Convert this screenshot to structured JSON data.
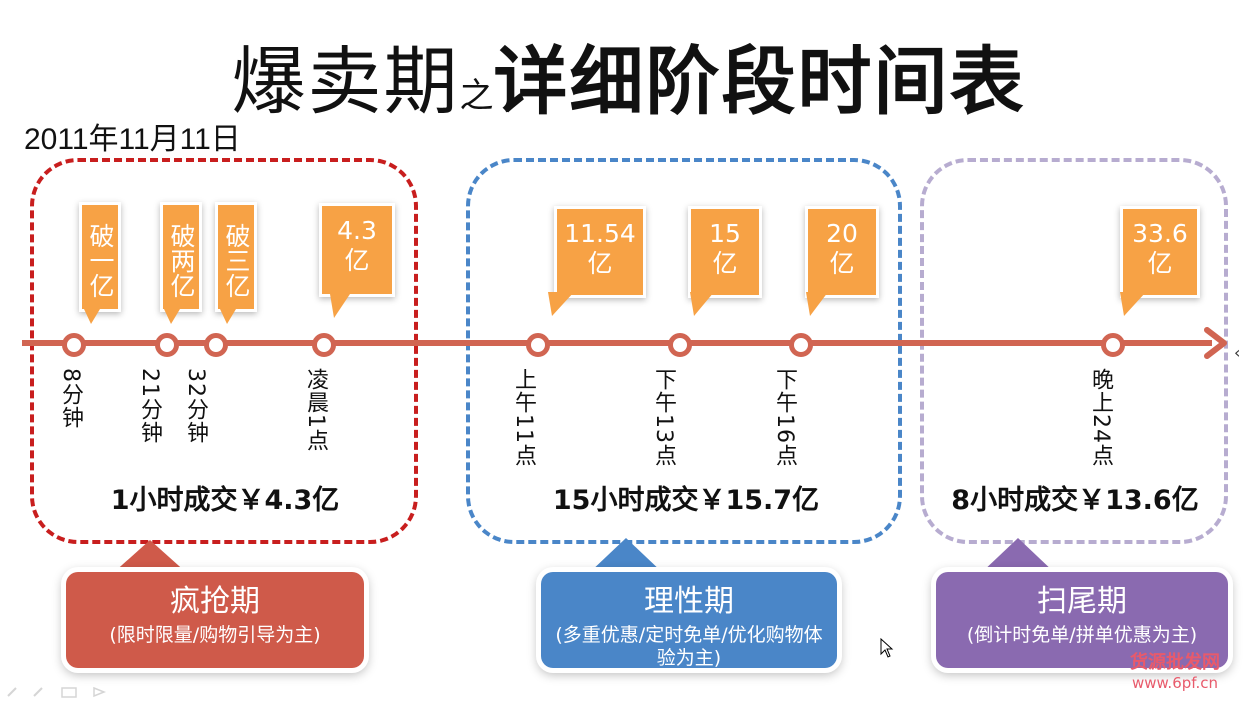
{
  "title": {
    "part1": "爆卖期",
    "connector": "之",
    "part2": "详细阶段时间表"
  },
  "date": "2011年11月11日",
  "colors": {
    "timeline": "#d16552",
    "bubble": "#f7a245",
    "phase1": "#cf5a4a",
    "phase2": "#4a86c8",
    "phase3": "#8a6ab0"
  },
  "milestones": [
    {
      "amount": "破一亿",
      "time": "8分钟"
    },
    {
      "amount": "破两亿",
      "time": "21分钟"
    },
    {
      "amount": "破三亿",
      "time": "32分钟"
    },
    {
      "amount_line1": "4.3",
      "amount_line2": "亿",
      "time": "凌晨1点"
    },
    {
      "amount_line1": "11.54",
      "amount_line2": "亿",
      "time": "上午11点"
    },
    {
      "amount_line1": "15",
      "amount_line2": "亿",
      "time": "下午13点"
    },
    {
      "amount_line1": "20",
      "amount_line2": "亿",
      "time": "下午16点"
    },
    {
      "amount_line1": "33.6",
      "amount_line2": "亿",
      "time": "晚上24点"
    }
  ],
  "summaries": [
    "1小时成交￥4.3亿",
    "15小时成交￥15.7亿",
    "8小时成交￥13.6亿"
  ],
  "phases": [
    {
      "name": "疯抢期",
      "desc": "(限时限量/购物引导为主)"
    },
    {
      "name": "理性期",
      "desc": "(多重优惠/定时免单/优化购物体验为主)"
    },
    {
      "name": "扫尾期",
      "desc": "(倒计时免单/拼单优惠为主)"
    }
  ],
  "watermark": {
    "line1": "货源批发网",
    "line2": "www.6pf.cn"
  }
}
